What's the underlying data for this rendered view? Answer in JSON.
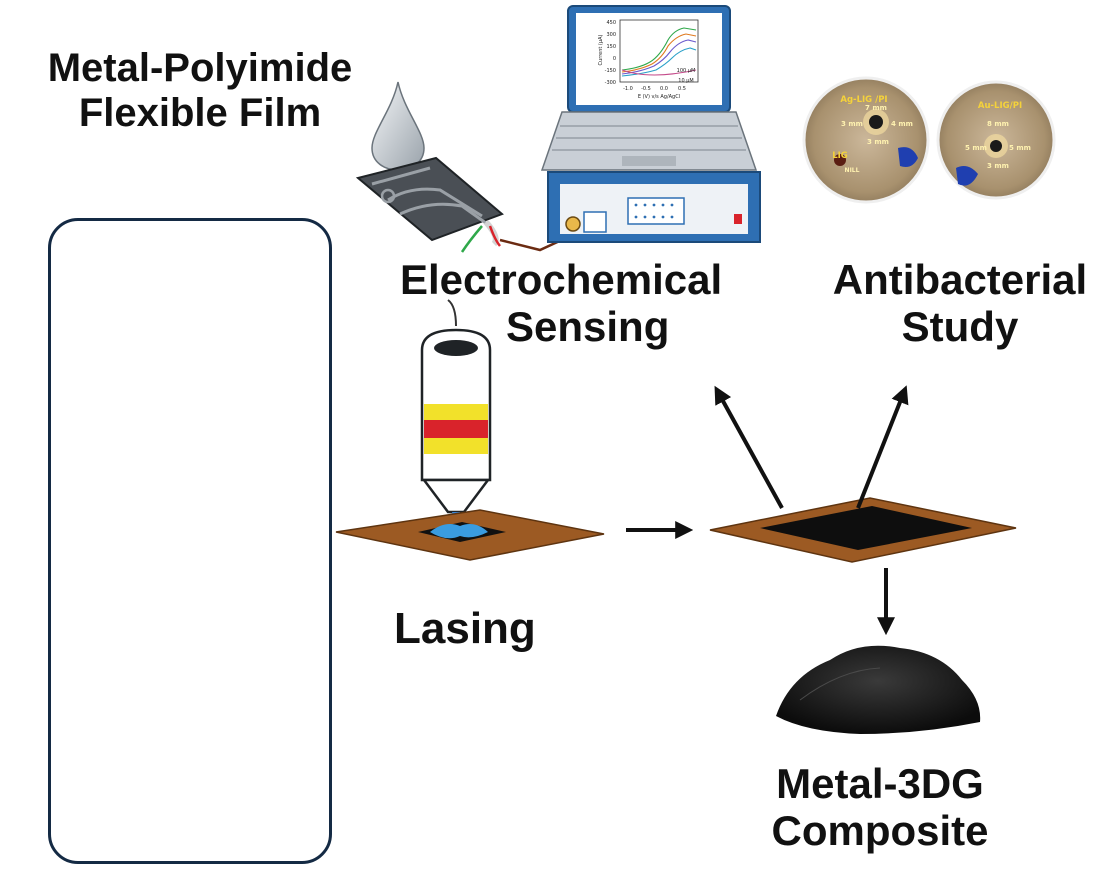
{
  "labels": {
    "film_line1": "Metal-Polyimide",
    "film_line2": "Flexible Film",
    "sensing_line1": "Electrochemical",
    "sensing_line2": "Sensing",
    "antibacterial_line1": "Antibacterial",
    "antibacterial_line2": "Study",
    "lasing": "Lasing",
    "composite_line1": "Metal-3DG",
    "composite_line2": "Composite"
  },
  "petri_dishes": {
    "left": {
      "title": "Ag-LIG /PI",
      "zone_top": "7 mm",
      "zone_left": "3 mm",
      "zone_right": "4 mm",
      "zone_bottom": "3 mm",
      "control": "LIG",
      "control_sub": "NILL"
    },
    "right": {
      "title": "Au-LIG/PI",
      "zone_top": "8 mm",
      "zone_left": "5 mm",
      "zone_right": "5 mm",
      "zone_bottom": "3 mm"
    }
  },
  "laptop_plot": {
    "ylabel": "Current (μA)",
    "xlabel": "E (V) v/s Ag/AgCl",
    "y_ticks": [
      "450",
      "300",
      "150",
      "0",
      "-150",
      "-300"
    ],
    "x_ticks": [
      "-1.0",
      "-0.5",
      "0.0",
      "0.5"
    ],
    "legend_top": "100 μM",
    "legend_bottom": "10 μM"
  },
  "colors": {
    "panel_border": "#142a44",
    "instrument_body": "#2e6fb3",
    "substrate": "#9c5a23",
    "laser_band_yellow": "#f2e12a",
    "laser_band_red": "#d9232b",
    "arrow": "#111111"
  }
}
